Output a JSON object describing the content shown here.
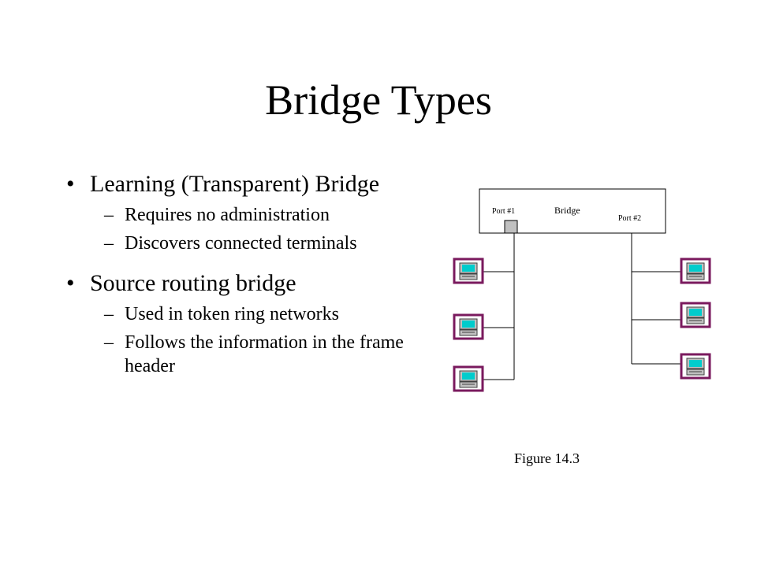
{
  "slide": {
    "title": "Bridge Types",
    "bullets": [
      {
        "mark": "•",
        "text": " Learning (Transparent) Bridge",
        "subs": [
          {
            "mark": "–",
            "text": "Requires no administration"
          },
          {
            "mark": "–",
            "text": "Discovers connected terminals"
          }
        ]
      },
      {
        "mark": "•",
        "text": "Source routing bridge",
        "subs": [
          {
            "mark": "–",
            "text": "Used in token ring networks"
          },
          {
            "mark": "–",
            "text": "Follows the information in the frame header"
          }
        ]
      }
    ]
  },
  "diagram": {
    "bridge_label": "Bridge",
    "port1_label": "Port #1",
    "port2_label": "Port #2",
    "caption": "Figure 14.3",
    "terminal_icon": "computer-terminal-icon",
    "colors": {
      "terminal_border": "#7a1a5e",
      "terminal_screen": "#00cccc",
      "terminal_body": "#c0c0c0",
      "port_fill": "#c0c0c0"
    }
  }
}
